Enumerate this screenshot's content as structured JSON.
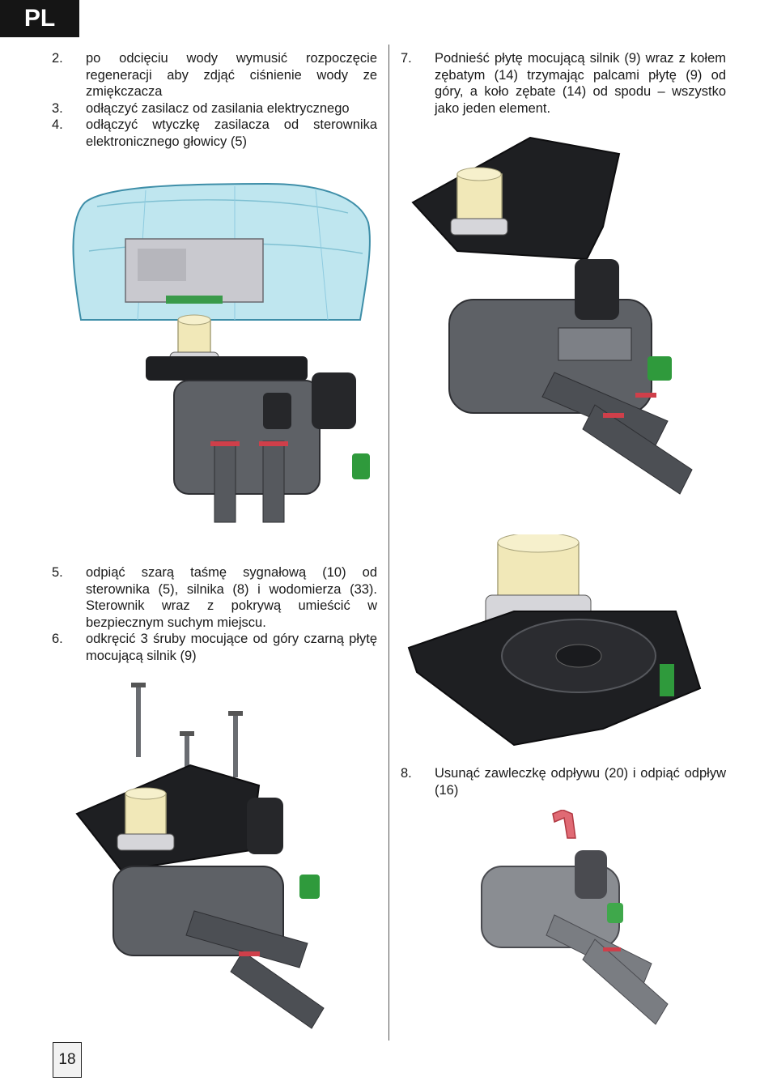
{
  "header": {
    "language": "PL"
  },
  "page_number": "18",
  "steps_top_left": [
    {
      "num": "2.",
      "text": "po odcięciu wody wymusić rozpoczęcie regeneracji aby zdjąć ciśnienie wody ze zmiękczacza"
    },
    {
      "num": "3.",
      "text": "odłączyć zasilacz od zasilania elektrycznego"
    },
    {
      "num": "4.",
      "text": "odłączyć wtyczkę zasilacza od sterownika elektronicznego głowicy (5)"
    }
  ],
  "steps_mid_left": [
    {
      "num": "5.",
      "text": "odpiąć szarą taśmę sygnałową (10) od sterownika (5), silnika (8) i wodomierza (33). Sterownik wraz z pokrywą umieścić w bezpiecznym suchym miejscu."
    },
    {
      "num": "6.",
      "text": "odkręcić 3 śruby mocujące od góry czarną płytę mocującą silnik (9)"
    }
  ],
  "steps_top_right": [
    {
      "num": "7.",
      "text": "Podnieść płytę mocującą silnik (9) wraz z kołem zębatym (14) trzymając palcami płytę (9) od góry, a koło zębate (14) od spodu – wszystko jako jeden element."
    }
  ],
  "steps_mid_right": [
    {
      "num": "8.",
      "text": "Usunąć zawleczkę odpływu (20) i odpiąć odpływ (16)"
    }
  ],
  "colors": {
    "header_bg": "#151515",
    "cover_blue": "#bfe6ef",
    "valve_gray": "#5e6166",
    "plate_black": "#1e1f22",
    "connector_green": "#2f9a3c",
    "clip_red": "#cf3f4a",
    "cap_cream": "#f1e8b8"
  }
}
